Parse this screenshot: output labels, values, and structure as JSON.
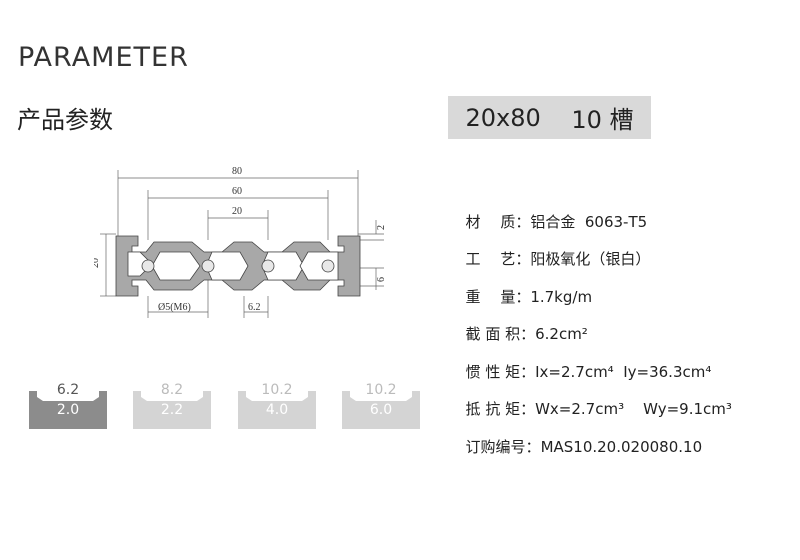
{
  "heading_en": "PARAMETER",
  "heading_cn": "产品参数",
  "model": {
    "size": "20x80",
    "slot": "10 槽"
  },
  "drawing": {
    "dims": {
      "w80": "80",
      "w60": "60",
      "w20": "20",
      "h20": "20",
      "r2": "2",
      "r6": "6",
      "bore": "Ø5(M6)",
      "slot": "6.2"
    }
  },
  "specs": [
    {
      "label": "材　 质：",
      "value": "铝合金  6063-T5"
    },
    {
      "label": "工　 艺：",
      "value": "阳极氧化（银白）"
    },
    {
      "label": "重　 量：",
      "value": "1.7kg/m"
    },
    {
      "label": "截 面 积：",
      "value": "6.2cm²"
    },
    {
      "label": "惯 性 矩：",
      "value": "Ix=2.7cm⁴  Iy=36.3cm⁴"
    },
    {
      "label": "抵 抗 矩：",
      "value": "Wx=2.7cm³    Wy=9.1cm³"
    },
    {
      "label": "订购编号：",
      "value": "MAS10.20.020080.10"
    }
  ],
  "slot_options": [
    {
      "top": "6.2",
      "bottom": "2.0",
      "active": true
    },
    {
      "top": "8.2",
      "bottom": "2.2",
      "active": false
    },
    {
      "top": "10.2",
      "bottom": "4.0",
      "active": false
    },
    {
      "top": "10.2",
      "bottom": "6.0",
      "active": false
    }
  ],
  "colors": {
    "active_slot": "#8c8c8c",
    "inactive_slot": "#d4d4d4",
    "badge_bg": "#d9d9d9",
    "profile": "#a8a8a8"
  }
}
